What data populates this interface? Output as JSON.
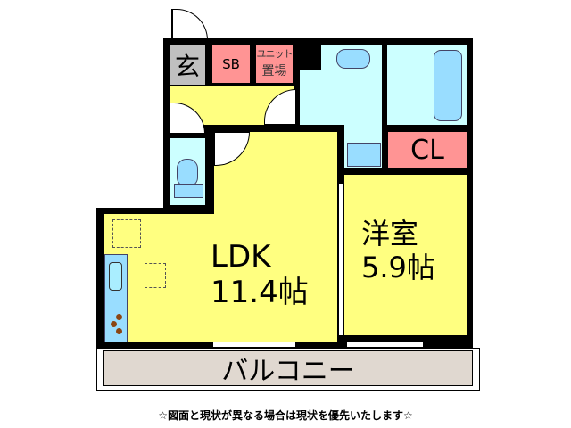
{
  "rooms": {
    "entrance": "玄",
    "shoe_box": "SB",
    "unit_storage_line1": "ユニット",
    "unit_storage_line2": "置場",
    "closet": "CL",
    "ldk_name": "LDK",
    "ldk_size": "11.4帖",
    "western_name": "洋室",
    "western_size": "5.9帖",
    "balcony": "バルコニー"
  },
  "footer_note": "☆図面と現状が異なる場合は現状を優先いたします☆",
  "colors": {
    "room_yellow": "#ffff80",
    "storage_pink": "#ff9494",
    "wet_area_cyan": "#ccffff",
    "entrance_gray": "#c0c0c0",
    "balcony_beige": "#e0d8d0"
  }
}
